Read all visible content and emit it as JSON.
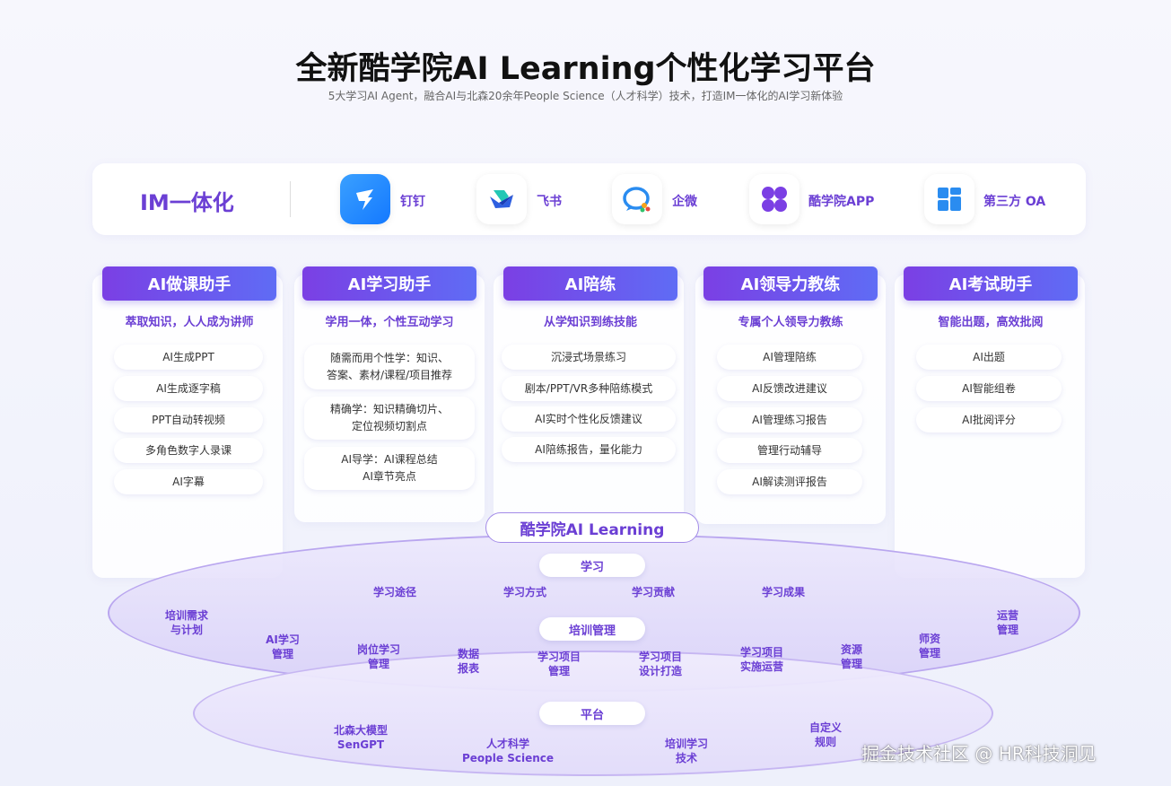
{
  "header": {
    "title": "全新酷学院AI Learning个性化学习平台",
    "subtitle": "5大学习AI Agent，融合AI与北森20余年People Science（人才科学）技术，打造IM一体化的AI学习新体验"
  },
  "im": {
    "title": "IM一体化",
    "apps": [
      {
        "label": "钉钉",
        "icon": "dingtalk-icon"
      },
      {
        "label": "飞书",
        "icon": "feishu-icon"
      },
      {
        "label": "企微",
        "icon": "wecom-icon"
      },
      {
        "label": "酷学院APP",
        "icon": "kuxueyuan-app-icon"
      },
      {
        "label": "第三方 OA",
        "icon": "third-party-oa-icon"
      }
    ]
  },
  "columns": [
    {
      "title": "AI做课助手",
      "subtitle": "萃取知识，人人成为讲师",
      "items": [
        "AI生成PPT",
        "AI生成逐字稿",
        "PPT自动转视频",
        "多角色数字人录课",
        "AI字幕"
      ]
    },
    {
      "title": "AI学习助手",
      "subtitle": "学用一体，个性互动学习",
      "items": [
        "随需而用个性学：知识、\n答案、素材/课程/项目推荐",
        "精确学：知识精确切片、\n定位视频切割点",
        "AI导学：AI课程总结\nAI章节亮点"
      ]
    },
    {
      "title": "AI陪练",
      "subtitle": "从学知识到练技能",
      "items": [
        "沉浸式场景练习",
        "剧本/PPT/VR多种陪练模式",
        "AI实时个性化反馈建议",
        "AI陪练报告，量化能力"
      ]
    },
    {
      "title": "AI领导力教练",
      "subtitle": "专属个人领导力教练",
      "items": [
        "AI管理陪练",
        "AI反馈改进建议",
        "AI管理练习报告",
        "管理行动辅导",
        "AI解读测评报告"
      ]
    },
    {
      "title": "AI考试助手",
      "subtitle": "智能出题，高效批阅",
      "items": [
        "AI出题",
        "AI智能组卷",
        "AI批阅评分"
      ]
    }
  ],
  "platform": {
    "center": "酷学院AI Learning",
    "layer_study": "学习",
    "study_items": [
      "学习途径",
      "学习方式",
      "学习贡献",
      "学习成果"
    ],
    "layer_training": "培训管理",
    "training_items": [
      "培训需求\n与计划",
      "AI学习\n管理",
      "岗位学习\n管理",
      "数据\n报表",
      "学习项目\n管理",
      "学习项目\n设计打造",
      "学习项目\n实施运营",
      "资源\n管理",
      "师资\n管理",
      "运营\n管理"
    ],
    "layer_platform": "平台",
    "platform_items": [
      "北森大模型\nSenGPT",
      "人才科学\nPeople Science",
      "培训学习\n技术",
      "自定义\n规则"
    ]
  },
  "watermark": "掘金技术社区 @ HR科技洞见"
}
